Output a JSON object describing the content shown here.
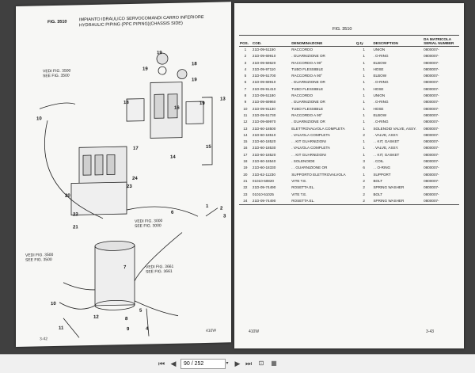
{
  "left_page": {
    "fig_label": "FIG. 3510",
    "title_it": "IMPIANTO IDRAULICO SERVOCOMANDI CARRO INFERIORE",
    "title_en": "HYDRAULIC PIPING (PPC PIPING)(CHASSIS SIDE)",
    "ref_top_left": "VEDI FIG. 3500\nSEE FIG. 3500",
    "ref_mid": "VEDI FIG. 3000\nSEE FIG. 3000",
    "ref_left_low": "VEDI FIG. 3500\nSEE FIG. 3500",
    "ref_bottom": "VEDI FIG. 3661\nSEE FIG. 3661",
    "callouts": [
      "19",
      "19",
      "18",
      "19",
      "18",
      "19",
      "17",
      "16",
      "15",
      "14",
      "13",
      "23",
      "24",
      "20",
      "22",
      "21",
      "1",
      "2",
      "3",
      "6",
      "7",
      "10",
      "11",
      "9",
      "8",
      "4",
      "5",
      "12",
      "10"
    ],
    "page_number": "3-42",
    "model": "410W"
  },
  "right_page": {
    "fig_label": "FIG. 3510",
    "headers": {
      "pos": "POS.",
      "cod": "COD.",
      "den": "DENOMINAZIONE",
      "qty": "Q.ty",
      "desc": "DESCRIPTION",
      "ser": "DA MATRICOLA\nSERIAL NUMBER"
    },
    "rows": [
      [
        "1",
        "21D-09-51150",
        "RACCORDO",
        "1",
        "UNION",
        "0800007-"
      ],
      [
        "2",
        "21D-09-69910",
        ". GUARNIZIONE OR",
        "1",
        ". O-RING",
        "0800007-"
      ],
      [
        "3",
        "21D-09-59620",
        "RACCORDO A 90°",
        "1",
        "ELBOW",
        "0800007-"
      ],
      [
        "4",
        "21D-09-97110",
        "TUBO FLESSIBILE",
        "1",
        "HOSE",
        "0800007-"
      ],
      [
        "5",
        "21D-09-51700",
        "RACCORDO A 90°",
        "1",
        "ELBOW",
        "0800007-"
      ],
      [
        "6",
        "21D-09-69910",
        ". GUARNIZIONE OR",
        "1",
        ". O-RING",
        "0800007-"
      ],
      [
        "7",
        "21D-09-91410",
        "TUBO FLESSIBILE",
        "1",
        "HOSE",
        "0800007-"
      ],
      [
        "8",
        "21D-09-51180",
        "RACCORDO",
        "1",
        "UNION",
        "0800007-"
      ],
      [
        "9",
        "21D-09-69960",
        ". GUARNIZIONE OR",
        "1",
        ". O-RING",
        "0800007-"
      ],
      [
        "10",
        "21D-09-91130",
        "TUBO FLESSIBILE",
        "1",
        "HOSE",
        "0800007-"
      ],
      [
        "11",
        "21D-09-51730",
        "RACCORDO A 90°",
        "1",
        "ELBOW",
        "0800007-"
      ],
      [
        "12",
        "21D-09-69970",
        ". GUARNIZIONE OR",
        "1",
        ". O-RING",
        "0800007-"
      ],
      [
        "13",
        "21D-60-18500",
        "ELETTROVALVOLA COMPLETA",
        "1",
        "SOLENOID VALVE, ASSY.",
        "0800007-"
      ],
      [
        "14",
        "21D-60-18510",
        ". VALVOLA COMPLETA",
        "2",
        ". VALVE, ASSY.",
        "0800007-"
      ],
      [
        "15",
        "21D-60-18520",
        ". . KIT GUARNIZIONI",
        "1",
        ". . KIT, GASKET",
        "0800007-"
      ],
      [
        "16",
        "21D-60-18530",
        ". VALVOLA COMPLETA",
        "1",
        ". VALVE, ASSY.",
        "0800007-"
      ],
      [
        "17",
        "21D-60-18520",
        ". . KIT GUARNIZIONI",
        "1",
        ". . KIT, GASKET",
        "0800007-"
      ],
      [
        "18",
        "21D-60-18540",
        ". SOLENOIDE",
        "3",
        ". COIL",
        "0800007-"
      ],
      [
        "19",
        "21D-60-18330",
        ". . GUARNIZIONE OR",
        "6",
        ". . O-RING",
        "0800007-"
      ],
      [
        "20",
        "21D-62-11230",
        "SUPPORTO ELETTROVALVOLA",
        "1",
        "SUPPORT",
        "0800007-"
      ],
      [
        "21",
        "01010-50820",
        "VITE T.E.",
        "2",
        "BOLT",
        "0800007-"
      ],
      [
        "22",
        "21D-09-74490",
        "ROSETTA EL.",
        "2",
        "SPRING WASHER",
        "0800007-"
      ],
      [
        "23",
        "01010-51025",
        "VITE T.E.",
        "2",
        "BOLT",
        "0800007-"
      ],
      [
        "24",
        "21D-09-74490",
        "ROSETTA EL.",
        "2",
        "SPRING WASHER",
        "0800007-"
      ]
    ],
    "model": "410W",
    "page_number": "3-43"
  },
  "toolbar": {
    "first_icon": "first-page-icon",
    "prev_icon": "prev-page-icon",
    "page_value": "90 / 252",
    "next_icon": "next-page-icon",
    "last_icon": "last-page-icon",
    "fit_icon": "fit-page-icon",
    "view_icon": "view-mode-icon"
  }
}
